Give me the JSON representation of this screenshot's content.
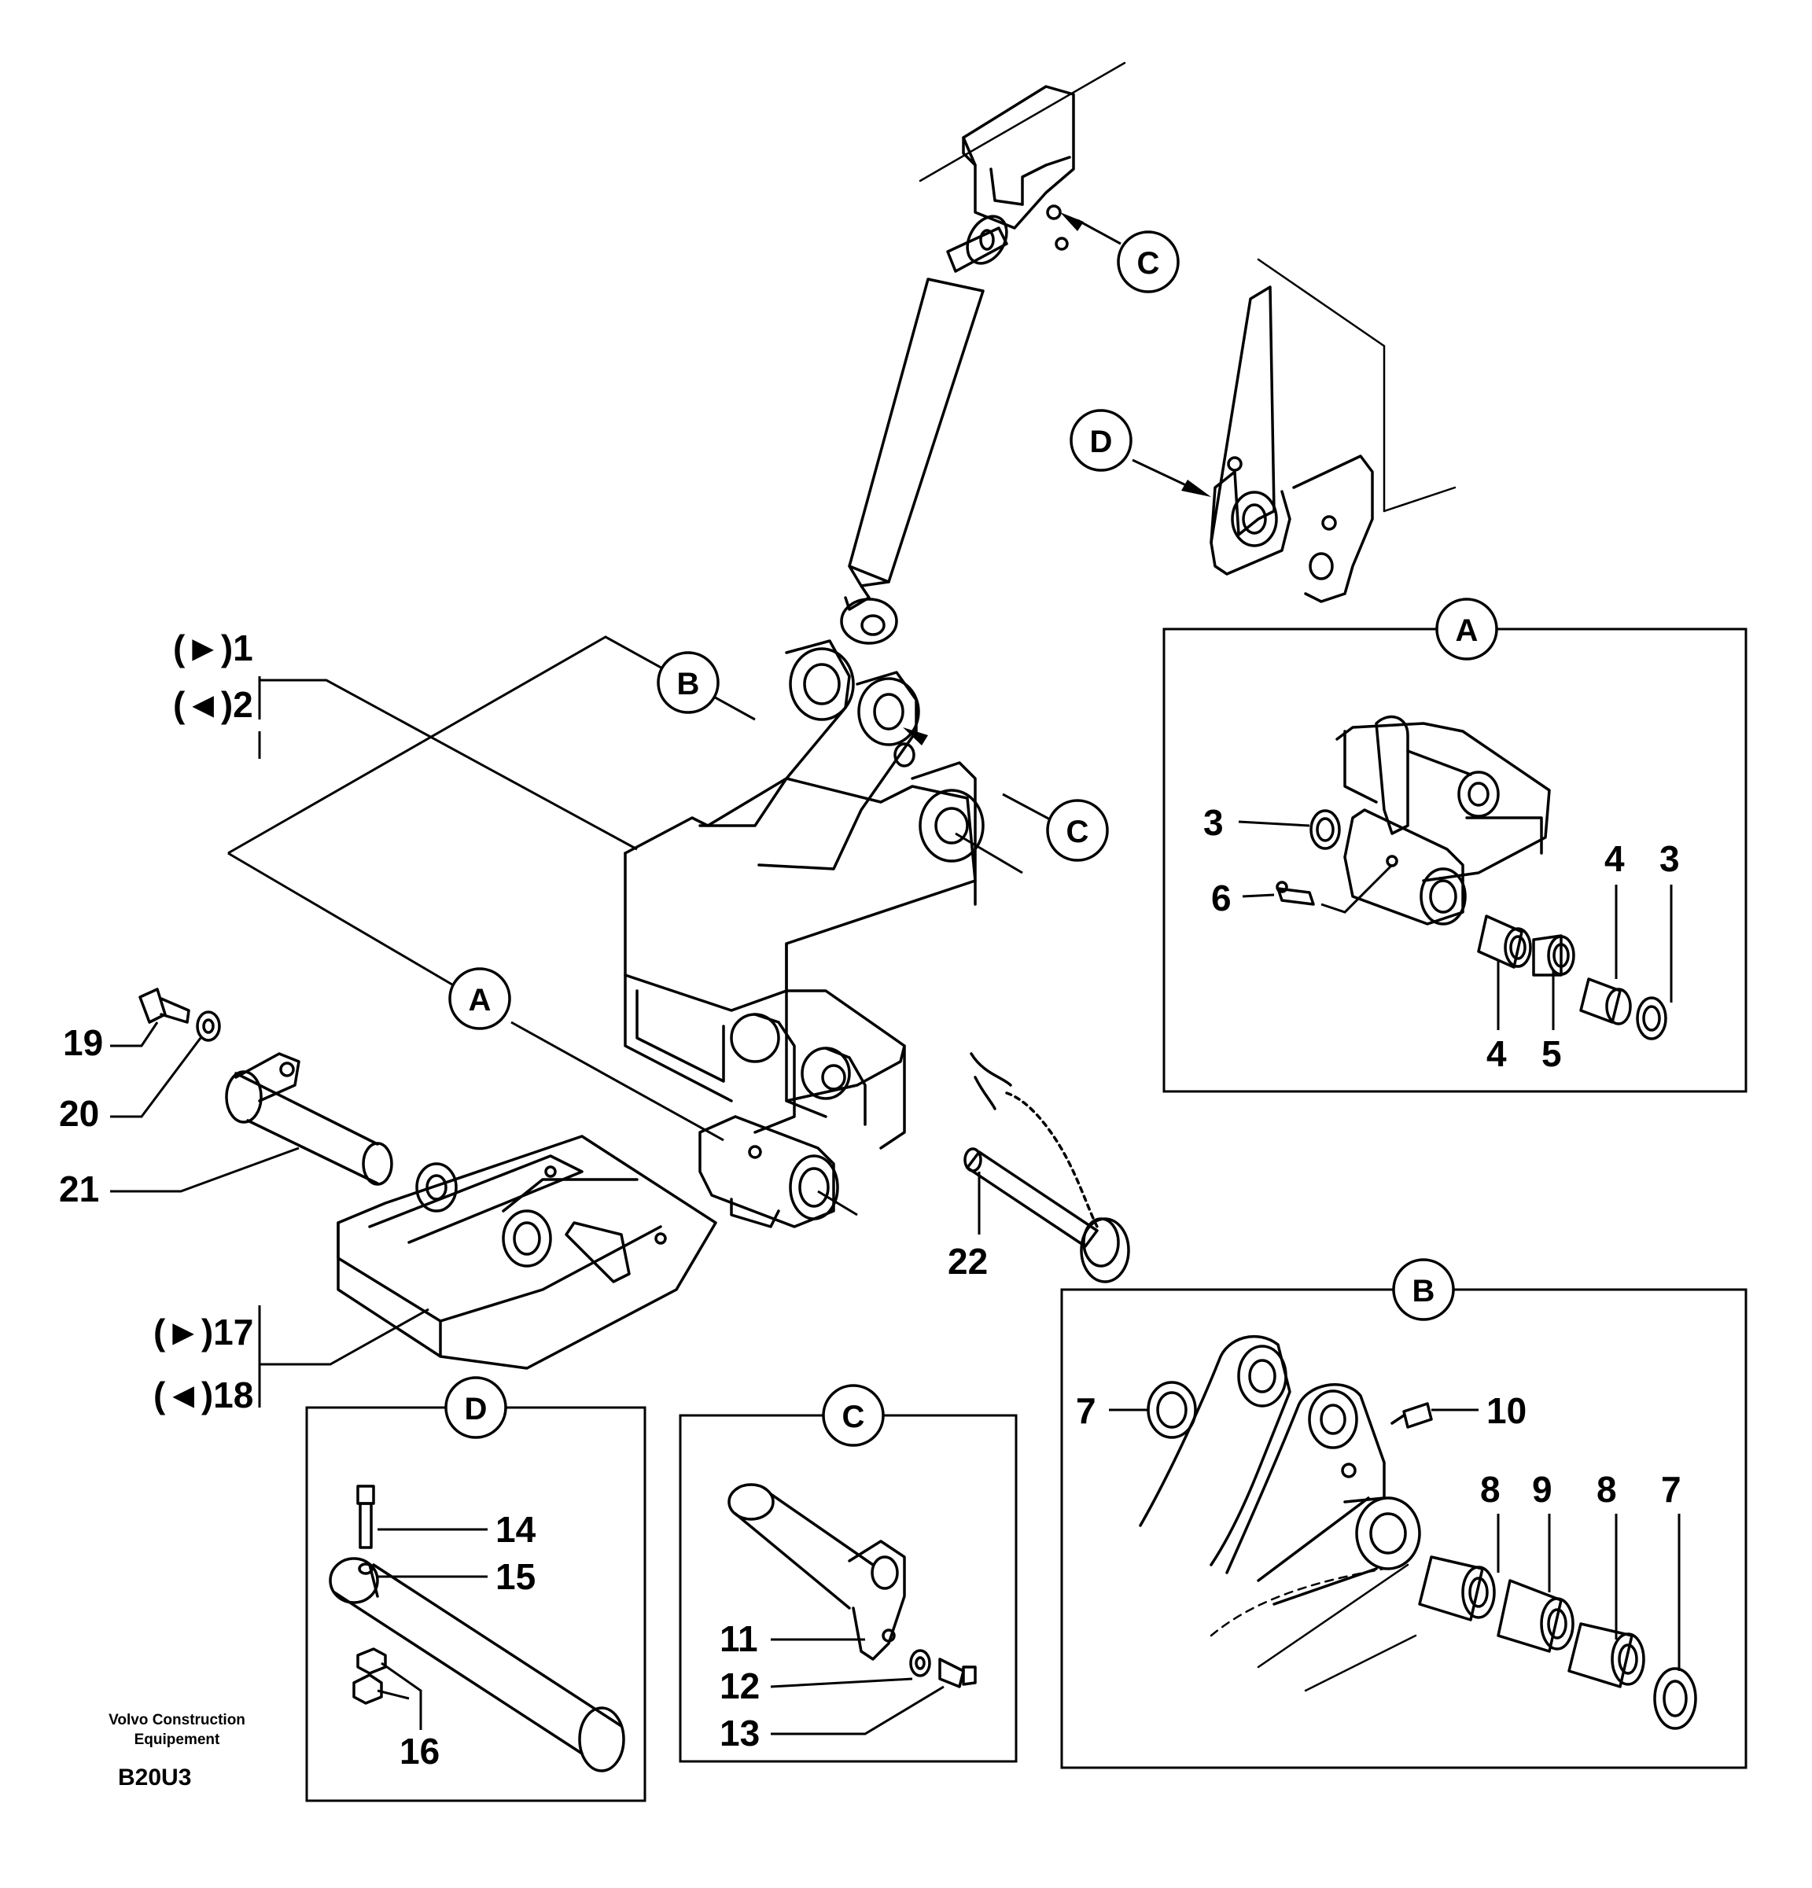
{
  "footer": {
    "brand_line1": "Volvo Construction",
    "brand_line2": "Equipement",
    "drawing_code": "B20U3"
  },
  "bubbles": {
    "a": "A",
    "b": "B",
    "c": "C",
    "d": "D"
  },
  "callouts": {
    "p1": "(►)1",
    "p2": "(◄)2",
    "p3": "3",
    "p4": "4",
    "p5": "5",
    "p6": "6",
    "p7": "7",
    "p8": "8",
    "p9": "9",
    "p10": "10",
    "p11": "11",
    "p12": "12",
    "p13": "13",
    "p14": "14",
    "p15": "15",
    "p16": "16",
    "p17": "(►)17",
    "p18": "(◄)18",
    "p19": "19",
    "p20": "20",
    "p21": "21",
    "p22": "22"
  }
}
